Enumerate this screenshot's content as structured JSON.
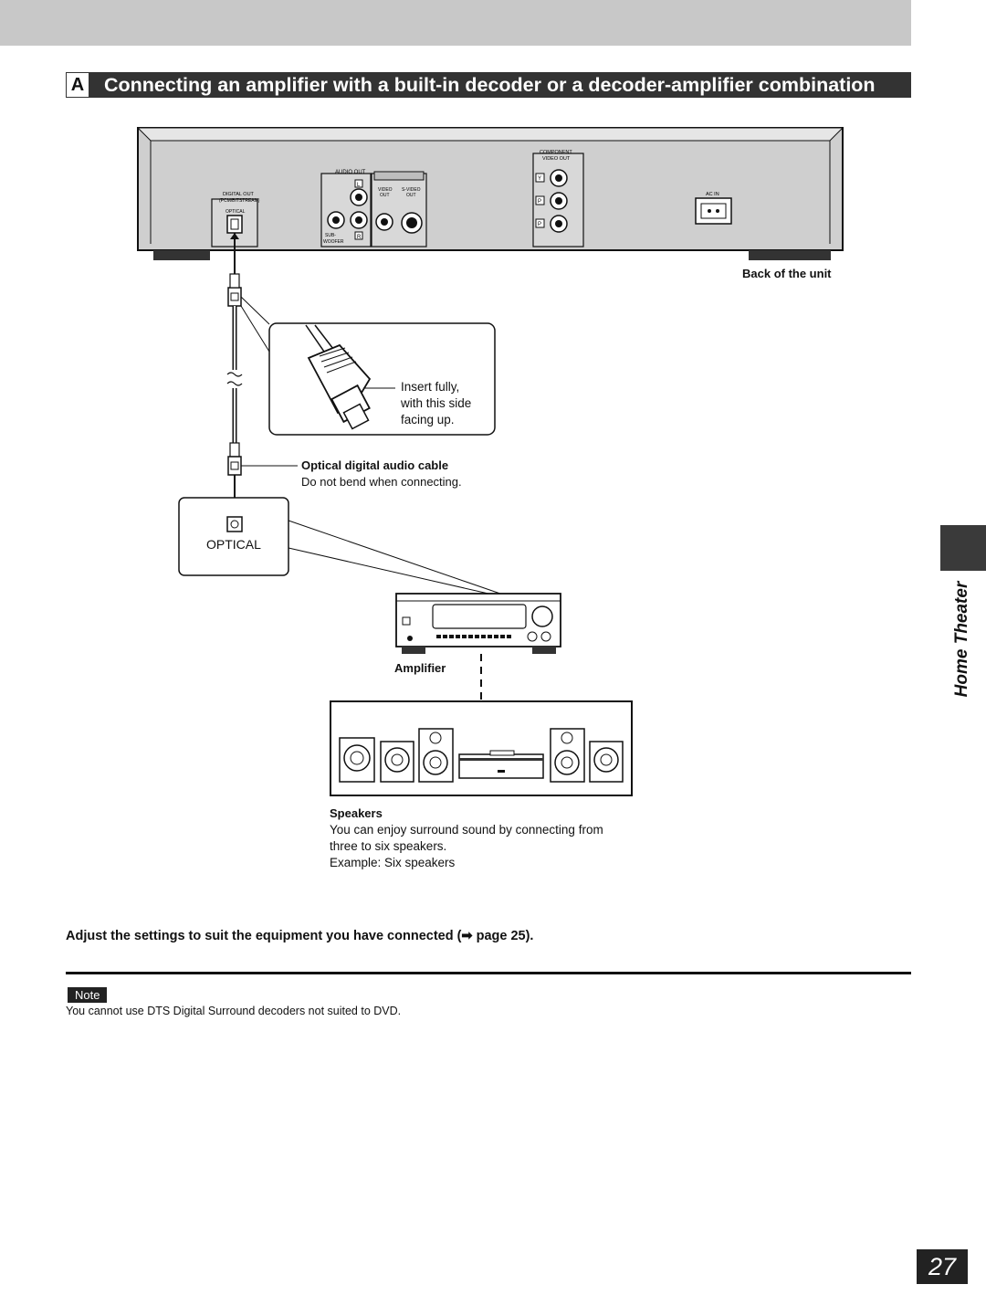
{
  "header": {
    "section_letter": "A",
    "title": "Connecting an amplifier with a built-in decoder or a decoder-amplifier combination"
  },
  "side_tab": {
    "label": "Home Theater"
  },
  "diagram": {
    "back_panel_labels": {
      "audio_out": "AUDIO OUT",
      "digital_out": "DIGITAL OUT",
      "pcm_bitstream": "(PCM/BITSTREAM)",
      "optical_small": "OPTICAL",
      "video_out": "VIDEO",
      "video_out_2": "OUT",
      "s_video_out": "S-VIDEO",
      "s_video_out_2": "OUT",
      "sub": "SUB-",
      "woofer": "WOOFER",
      "l": "L",
      "r": "R",
      "component": "COMPONENT",
      "video_out_comp": "VIDEO OUT",
      "y": "Y",
      "pb": "P",
      "pr": "P",
      "ac_in": "AC IN"
    },
    "back_of_unit": "Back of the unit",
    "insert_line1": "Insert fully,",
    "insert_line2": "with this side",
    "insert_line3": "facing up.",
    "cable_title": "Optical digital audio cable",
    "cable_note": "Do not bend when connecting.",
    "optical_label": "OPTICAL",
    "amplifier_label": "Amplifier",
    "speakers_title": "Speakers",
    "speakers_line1": "You can enjoy surround sound by connecting from",
    "speakers_line2": "three to six speakers.",
    "speakers_example": "Example:  Six speakers"
  },
  "instruction": "Adjust the settings to suit the equipment you have connected (➡ page 25).",
  "note": {
    "badge": "Note",
    "text": "You cannot use DTS Digital Surround decoders not suited to DVD."
  },
  "page_number": "27"
}
